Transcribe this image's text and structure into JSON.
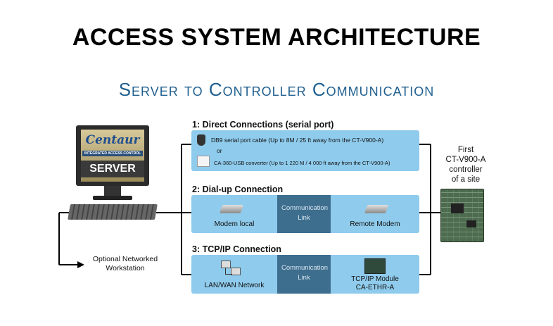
{
  "title": "ACCESS SYSTEM ARCHITECTURE",
  "subtitle": "Server to Controller Communication",
  "server": {
    "brand": "Centaur",
    "tagline": "INTEGRATED ACCESS CONTROL",
    "label": "SERVER"
  },
  "sections": {
    "direct": {
      "label": "1: Direct Connections (serial port)",
      "line1": "DB9 serial port cable (Up to 8M / 25 ft away from the CT-V900-A)",
      "or": "or",
      "line2": "CA-360-USB converter (Up to 1 220 M / 4 000 ft away from the CT-V900-A)"
    },
    "dialup": {
      "label": "2: Dial-up Connection",
      "left": "Modem local",
      "link": "Communication Link",
      "right": "Remote Modem"
    },
    "tcpip": {
      "label": "3: TCP/IP Connection",
      "left": "LAN/WAN Network",
      "link": "Communication Link",
      "right_line1": "TCP/IP Module",
      "right_line2": "CA-ETHR-A"
    }
  },
  "controller": {
    "line1": "First",
    "line2": "CT-V900-A",
    "line3": "controller",
    "line4": "of a site"
  },
  "workstation": {
    "line1": "Optional Networked",
    "line2": "Workstation"
  }
}
